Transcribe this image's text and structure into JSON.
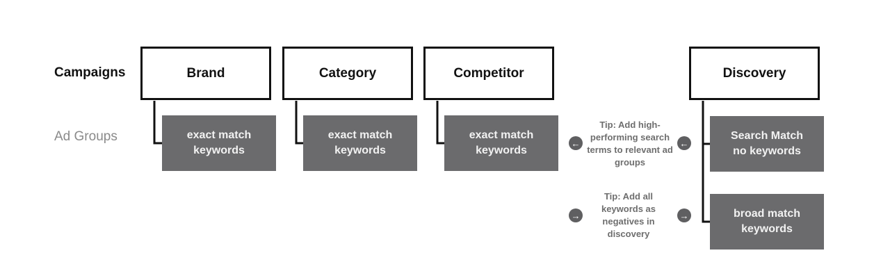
{
  "row_labels": {
    "campaigns": "Campaigns",
    "ad_groups": "Ad Groups"
  },
  "campaigns": [
    {
      "name": "Brand",
      "ad_groups": [
        "exact match\nkeywords"
      ]
    },
    {
      "name": "Category",
      "ad_groups": [
        "exact match\nkeywords"
      ]
    },
    {
      "name": "Competitor",
      "ad_groups": [
        "exact match\nkeywords"
      ]
    },
    {
      "name": "Discovery",
      "ad_groups": [
        "Search Match\nno keywords",
        "broad match\nkeywords"
      ]
    }
  ],
  "tips": [
    {
      "text": "Tip: Add high-performing search terms to relevant ad groups",
      "direction": "left"
    },
    {
      "text": "Tip: Add all keywords as negatives in discovery",
      "direction": "right"
    }
  ],
  "icons": {
    "left": "arrow-left-icon",
    "right": "arrow-right-icon"
  },
  "colors": {
    "campaign_border": "#111111",
    "ad_group_fill": "#6b6b6d",
    "ad_group_text": "#f2f2f2",
    "tip_text": "#6e6e6e",
    "circle_fill": "#5f5f61"
  }
}
